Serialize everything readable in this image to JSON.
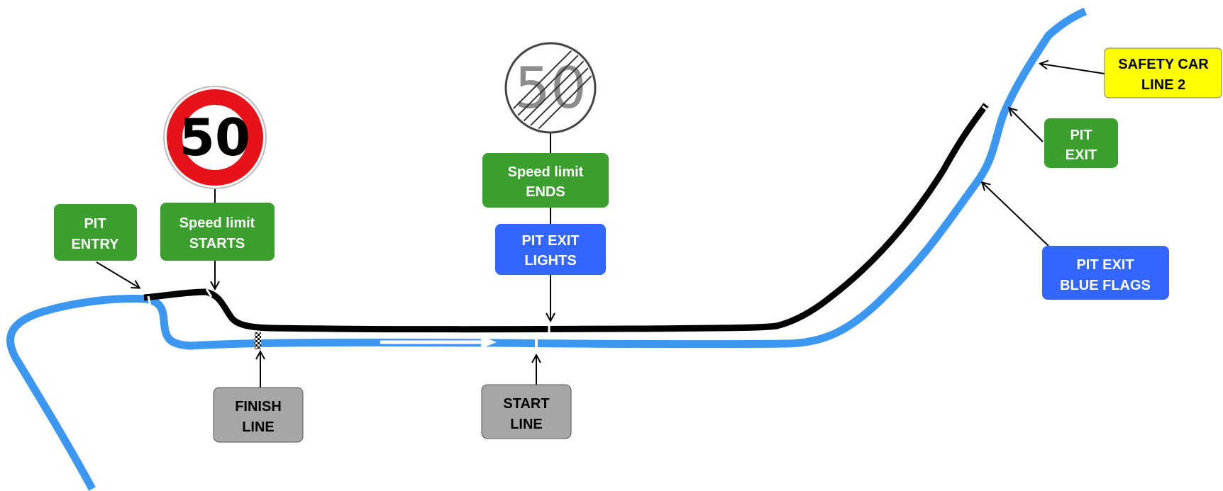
{
  "labels": {
    "pit_entry": [
      "PIT",
      "ENTRY"
    ],
    "speed_limit_starts": [
      "Speed limit",
      "STARTS"
    ],
    "speed_limit_ends": [
      "Speed limit",
      "ENDS"
    ],
    "pit_exit_lights": [
      "PIT EXIT",
      "LIGHTS"
    ],
    "finish_line": [
      "FINISH",
      "LINE"
    ],
    "start_line": [
      "START",
      "LINE"
    ],
    "safety_car_line_2": [
      "SAFETY CAR",
      "LINE 2"
    ],
    "pit_exit": [
      "PIT",
      "EXIT"
    ],
    "pit_exit_blue_flags": [
      "PIT EXIT",
      "BLUE FLAGS"
    ]
  },
  "signs": {
    "speed_limit": "50",
    "end_of_limit": "50"
  },
  "colors": {
    "track": "#3c97f0",
    "pit_lane": "#000000",
    "green_box": "#3a9f2c",
    "blue_box": "#3366ff",
    "gray_box": "#a6a6a6",
    "yellow_box": "#ffff00",
    "sign_red": "#e8121b"
  },
  "icons": {
    "speed_limit_sign": "speed-limit-50-sign-icon",
    "end_limit_sign": "end-speed-limit-50-sign-icon",
    "direction_arrow": "direction-arrow-icon",
    "finish_flag": "checkered-line-icon"
  }
}
